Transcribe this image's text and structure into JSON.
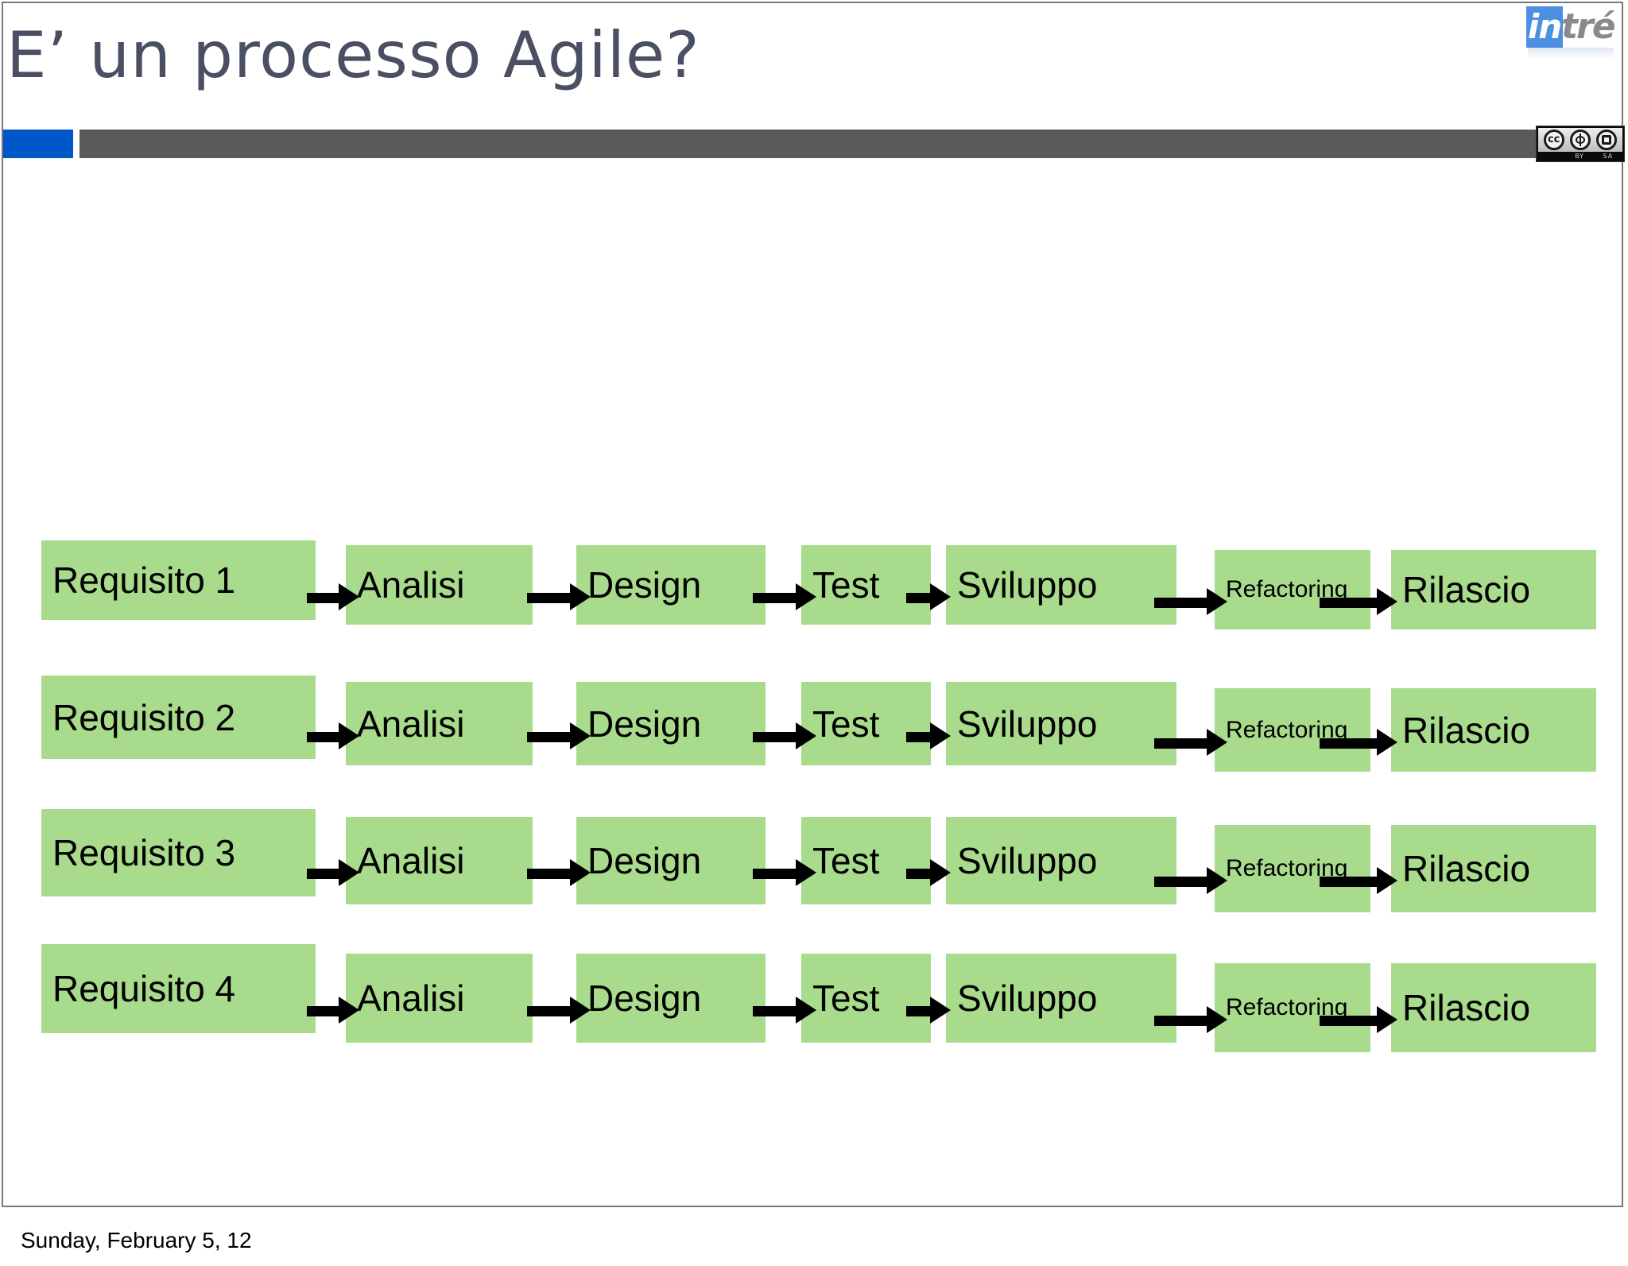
{
  "slide": {
    "title": "E’ un processo Agile?",
    "footer_date": "Sunday, February 5, 12",
    "colors": {
      "title_text": "#4a4f63",
      "rule_blue": "#0057c8",
      "rule_gray": "#5c5a59",
      "box_green": "#a9db8c",
      "arrow_black": "#000000",
      "background": "#ffffff"
    }
  },
  "logo": {
    "mark": "in",
    "word": "tré",
    "name": "intre-logo"
  },
  "license_badge": {
    "name": "creative-commons-by-sa",
    "marks": [
      "cc",
      "BY",
      "SA"
    ],
    "cc_text": "cc",
    "by_text": "BY",
    "sa_text": "SA"
  },
  "diagram": {
    "type": "process-flow",
    "columns": [
      "Requisito",
      "Analisi",
      "Design",
      "Test",
      "Sviluppo",
      "Refactoring",
      "Rilascio"
    ],
    "rows": [
      {
        "id": "row-1",
        "steps": [
          {
            "label": "Requisito 1",
            "size": "big"
          },
          {
            "label": "Analisi",
            "size": "big"
          },
          {
            "label": "Design",
            "size": "big"
          },
          {
            "label": "Test",
            "size": "big"
          },
          {
            "label": "Sviluppo",
            "size": "big"
          },
          {
            "label": "Refactoring",
            "size": "small"
          },
          {
            "label": "Rilascio",
            "size": "big"
          }
        ]
      },
      {
        "id": "row-2",
        "steps": [
          {
            "label": "Requisito 2",
            "size": "big"
          },
          {
            "label": "Analisi",
            "size": "big"
          },
          {
            "label": "Design",
            "size": "big"
          },
          {
            "label": "Test",
            "size": "big"
          },
          {
            "label": "Sviluppo",
            "size": "big"
          },
          {
            "label": "Refactoring",
            "size": "small"
          },
          {
            "label": "Rilascio",
            "size": "big"
          }
        ]
      },
      {
        "id": "row-3",
        "steps": [
          {
            "label": "Requisito 3",
            "size": "big"
          },
          {
            "label": "Analisi",
            "size": "big"
          },
          {
            "label": "Design",
            "size": "big"
          },
          {
            "label": "Test",
            "size": "big"
          },
          {
            "label": "Sviluppo",
            "size": "big"
          },
          {
            "label": "Refactoring",
            "size": "small"
          },
          {
            "label": "Rilascio",
            "size": "big"
          }
        ]
      },
      {
        "id": "row-4",
        "steps": [
          {
            "label": "Requisito 4",
            "size": "big"
          },
          {
            "label": "Analisi",
            "size": "big"
          },
          {
            "label": "Design",
            "size": "big"
          },
          {
            "label": "Test",
            "size": "big"
          },
          {
            "label": "Sviluppo",
            "size": "big"
          },
          {
            "label": "Refactoring",
            "size": "small"
          },
          {
            "label": "Rilascio",
            "size": "big"
          }
        ]
      }
    ]
  }
}
